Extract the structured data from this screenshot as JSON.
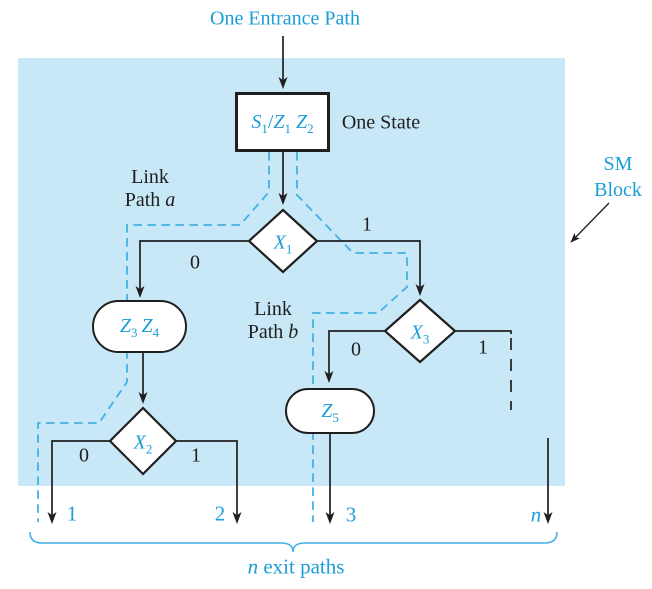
{
  "colors": {
    "accent_text": "#1b9dd9",
    "link_dash": "#42b1e6",
    "sm_block_fill": "#c8e7f7",
    "line": "#1f1f1f"
  },
  "annotations": {
    "entrance": "One Entrance Path",
    "one_state": "One State",
    "link_a": {
      "line1": "Link",
      "line2": "Path",
      "var": "a"
    },
    "link_b": {
      "line1": "Link",
      "line2": "Path",
      "var": "b"
    },
    "sm_block": {
      "line1": "SM",
      "line2": "Block"
    },
    "exit_caption": {
      "var": "n",
      "rest": " exit paths"
    }
  },
  "nodes": {
    "state": {
      "v1": "S",
      "s1": "1",
      "sep": "/",
      "v2": "Z",
      "s2": "1",
      "v3": "Z",
      "s3": "2"
    },
    "x1": {
      "v": "X",
      "s": "1"
    },
    "x2": {
      "v": "X",
      "s": "2"
    },
    "x3": {
      "v": "X",
      "s": "3"
    },
    "z34": {
      "v1": "Z",
      "s1": "3",
      "v2": "Z",
      "s2": "4"
    },
    "z5": {
      "v": "Z",
      "s": "5"
    }
  },
  "branch_labels": {
    "x1_0": "0",
    "x1_1": "1",
    "x2_0": "0",
    "x2_1": "1",
    "x3_0": "0",
    "x3_1": "1"
  },
  "exits": {
    "e1": "1",
    "e2": "2",
    "e3": "3",
    "en": "n"
  }
}
